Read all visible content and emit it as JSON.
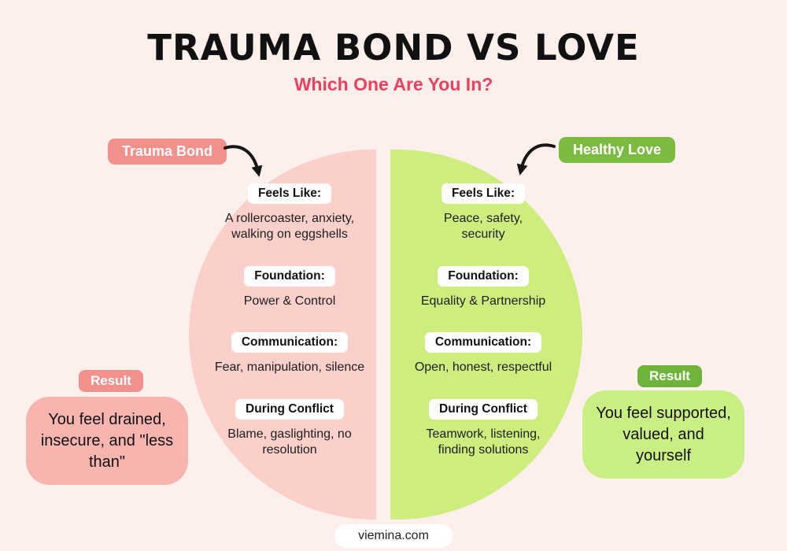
{
  "header": {
    "title": "TRAUMA BOND VS LOVE",
    "subtitle": "Which One Are You In?"
  },
  "trauma_bond": {
    "label": "Trauma Bond",
    "sections": [
      {
        "heading": "Feels Like:",
        "text": "A rollercoaster, anxiety, walking on eggshells"
      },
      {
        "heading": "Foundation:",
        "text": "Power & Control"
      },
      {
        "heading": "Communication:",
        "text": "Fear, manipulation, silence"
      },
      {
        "heading": "During Conflict",
        "text": "Blame, gaslighting, no resolution"
      }
    ],
    "result": {
      "label": "Result",
      "text": "You feel drained, insecure, and \"less than\""
    }
  },
  "healthy_love": {
    "label": "Healthy Love",
    "sections": [
      {
        "heading": "Feels Like:",
        "text": "Peace, safety, security"
      },
      {
        "heading": "Foundation:",
        "text": "Equality & Partnership"
      },
      {
        "heading": "Communication:",
        "text": "Open, honest, respectful"
      },
      {
        "heading": "During Conflict",
        "text": "Teamwork, listening, finding solutions"
      }
    ],
    "result": {
      "label": "Result",
      "text": "You feel supported, valued, and yourself"
    }
  },
  "footer": {
    "site": "viemina.com"
  },
  "colors": {
    "background": "#fdf0ec",
    "trauma_half": "#fbd0cb",
    "love_half": "#cdee7e",
    "trauma_badge": "#f2908c",
    "love_badge": "#7cbb42",
    "love_result_badge": "#6fb43a",
    "trauma_result_box": "#f8b5b0",
    "love_result_box": "#c9ee83",
    "pill_bg": "#ffffff",
    "subtitle": "#e9415f",
    "ink": "#1c1c1c"
  }
}
